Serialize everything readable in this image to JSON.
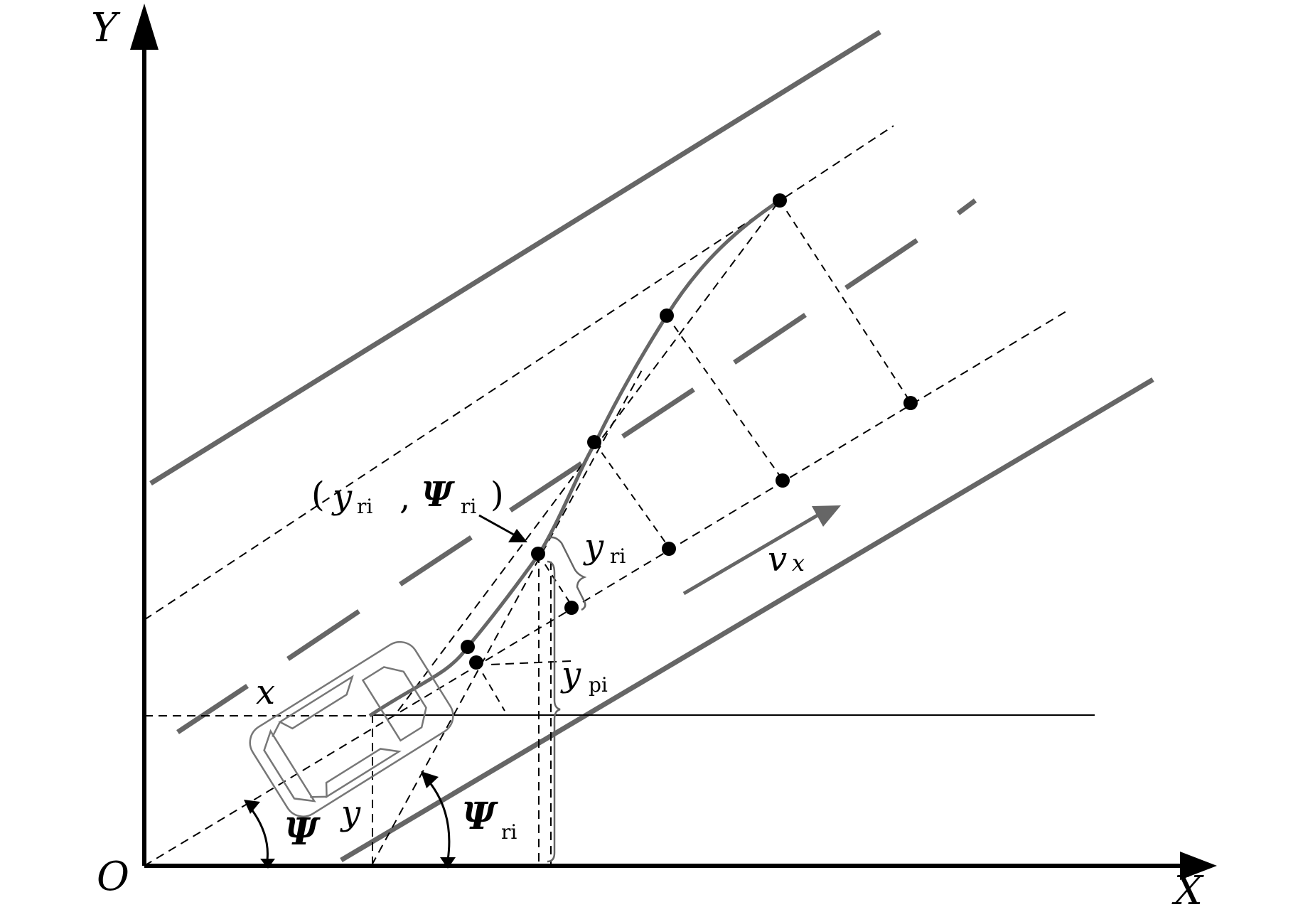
{
  "axes": {
    "origin_label": "O",
    "x_label": "X",
    "y_label": "Y"
  },
  "labels": {
    "ref_point": {
      "open": "(",
      "var": "y",
      "sub": "ri",
      "sep": ",",
      "psi": "Ψ",
      "psi_sub": "ri",
      "close": ")"
    },
    "y_ri": {
      "var": "y",
      "sub": "ri"
    },
    "y_pi": {
      "var": "y",
      "sub": "pi"
    },
    "v_x": {
      "var": "v",
      "sub": "x"
    },
    "x": "x",
    "y": "y",
    "psi": "Ψ",
    "psi_ri": {
      "var": "Ψ",
      "sub": "ri"
    }
  },
  "colors": {
    "axis": "#000000",
    "road": "#666666",
    "dashed": "#000000",
    "path": "#666666",
    "vehicle": "#777777",
    "points": "#000000"
  }
}
